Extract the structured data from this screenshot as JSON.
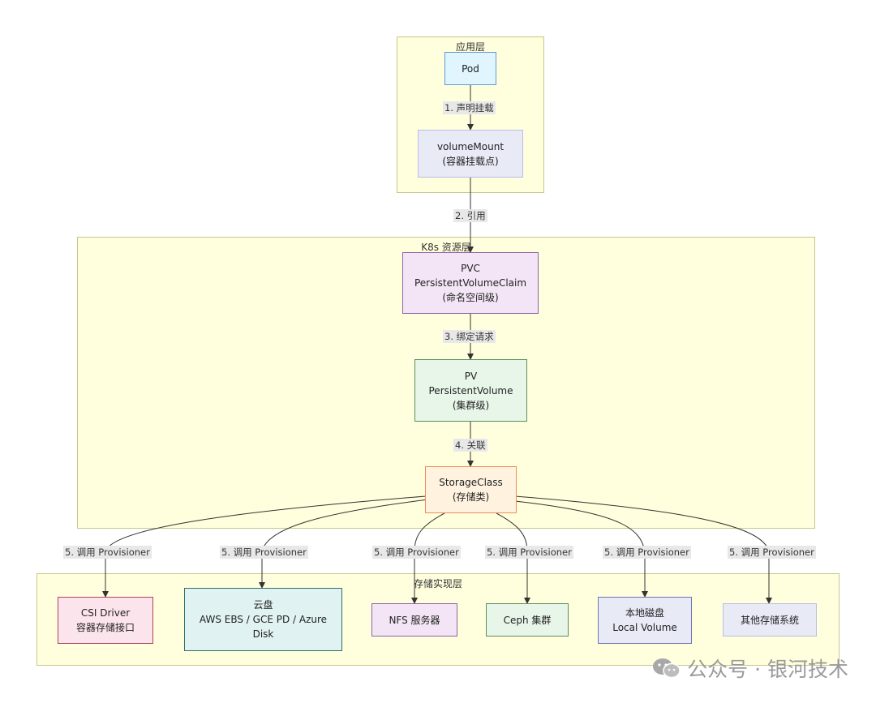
{
  "groups": {
    "app": {
      "title": "应用层"
    },
    "k8s": {
      "title": "K8s 资源层"
    },
    "storage": {
      "title": "存储实现层"
    }
  },
  "nodes": {
    "pod": {
      "line1": "Pod"
    },
    "volumemount": {
      "line1": "volumeMount",
      "line2": "(容器挂载点)"
    },
    "pvc": {
      "line1": "PVC",
      "line2": "PersistentVolumeClaim",
      "line3": "(命名空间级)"
    },
    "pv": {
      "line1": "PV",
      "line2": "PersistentVolume",
      "line3": "(集群级)"
    },
    "storageclass": {
      "line1": "StorageClass",
      "line2": "(存储类)"
    },
    "csi": {
      "line1": "CSI Driver",
      "line2": "容器存储接口"
    },
    "cloud": {
      "line1": "云盘",
      "line2": "AWS EBS / GCE PD / Azure",
      "line3": "Disk"
    },
    "nfs": {
      "line1": "NFS 服务器"
    },
    "ceph": {
      "line1": "Ceph 集群"
    },
    "local": {
      "line1": "本地磁盘",
      "line2": "Local Volume"
    },
    "other": {
      "line1": "其他存储系统"
    }
  },
  "edges": {
    "e1": "1. 声明挂载",
    "e2": "2. 引用",
    "e3": "3. 绑定请求",
    "e4": "4. 关联",
    "e5": [
      "5. 调用 Provisioner",
      "5. 调用 Provisioner",
      "5. 调用 Provisioner",
      "5. 调用 Provisioner",
      "5. 调用 Provisioner",
      "5. 调用 Provisioner"
    ]
  },
  "watermark": {
    "text": "公众号 · 银河技术"
  },
  "colors": {
    "group_fill": "#ffffde",
    "group_border": "#c6c68a",
    "pod": "#e1f5fe",
    "volumemount": "#e8eaf6",
    "pvc": "#f3e5f5",
    "pv": "#e8f5e9",
    "storageclass": "#fff3e0",
    "csi": "#fce4ec",
    "cloud": "#e0f2f1",
    "nfs": "#f3e5f5",
    "ceph": "#e8f5e9",
    "local": "#e8eaf6",
    "other": "#e8eaf6"
  }
}
